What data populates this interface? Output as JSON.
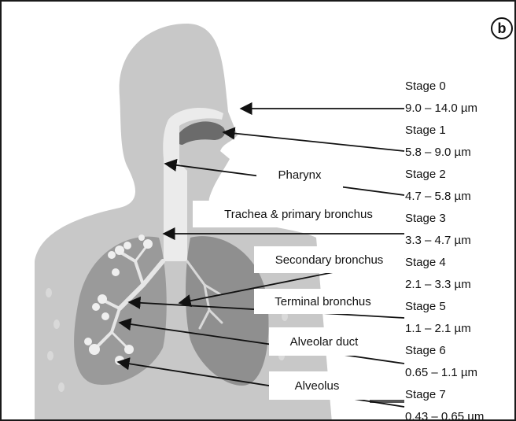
{
  "panel_letter": "b",
  "colors": {
    "body_fill": "#c8c8c8",
    "airway_fill": "#ebebeb",
    "dark_fill": "#6b6b6b",
    "lung_fill": "#8f8f8f",
    "arrow": "#111111"
  },
  "labels": {
    "pharynx": "Pharynx",
    "trachea": "Trachea & primary bronchus",
    "secondary": "Secondary bronchus",
    "terminal": "Terminal bronchus",
    "alveolar_duct": "Alveolar duct",
    "alveolus": "Alveolus"
  },
  "stages": [
    {
      "stage": "Stage 0",
      "range": "9.0 – 14.0 µm"
    },
    {
      "stage": "Stage 1",
      "range": "5.8 – 9.0 µm"
    },
    {
      "stage": "Stage 2",
      "range": "4.7 – 5.8 µm"
    },
    {
      "stage": "Stage 3",
      "range": "3.3 – 4.7 µm"
    },
    {
      "stage": "Stage 4",
      "range": "2.1 – 3.3 µm"
    },
    {
      "stage": "Stage 5",
      "range": "1.1 – 2.1 µm"
    },
    {
      "stage": "Stage 6",
      "range": "0.65 – 1.1 µm"
    },
    {
      "stage": "Stage 7",
      "range": "0.43 – 0.65 µm"
    }
  ]
}
